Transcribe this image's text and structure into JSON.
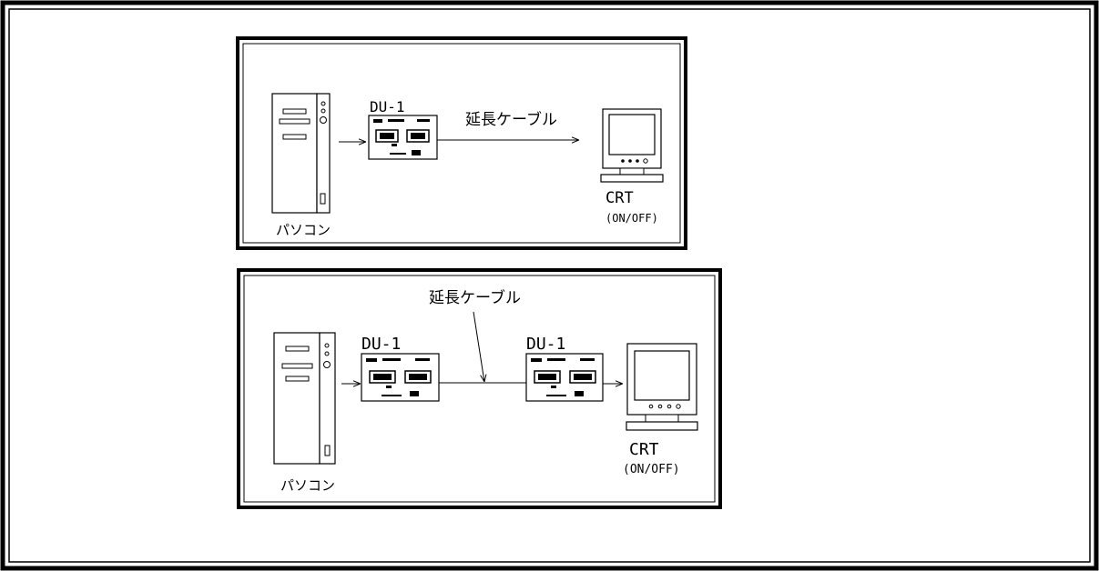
{
  "panel_top": {
    "pc_label": "パソコン",
    "device_label": "DU-1",
    "cable_label": "延長ケーブル",
    "monitor_label": "CRT",
    "monitor_sub": "(ON/OFF)"
  },
  "panel_bottom": {
    "pc_label": "パソコン",
    "device_left_label": "DU-1",
    "device_right_label": "DU-1",
    "cable_label": "延長ケーブル",
    "monitor_label": "CRT",
    "monitor_sub": "(ON/OFF)"
  }
}
